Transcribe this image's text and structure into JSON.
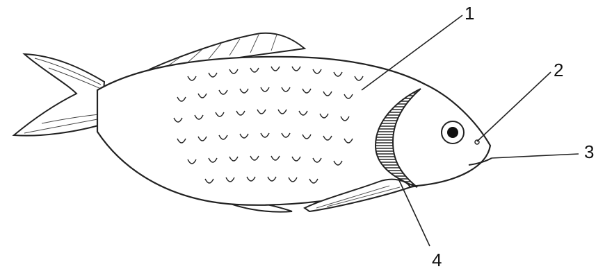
{
  "labels": {
    "l1": "1",
    "l2": "2",
    "l3": "3",
    "l4": "4"
  },
  "colors": {
    "outline": "#222222",
    "gill_hatch": "#333333",
    "eye": "#111111"
  }
}
